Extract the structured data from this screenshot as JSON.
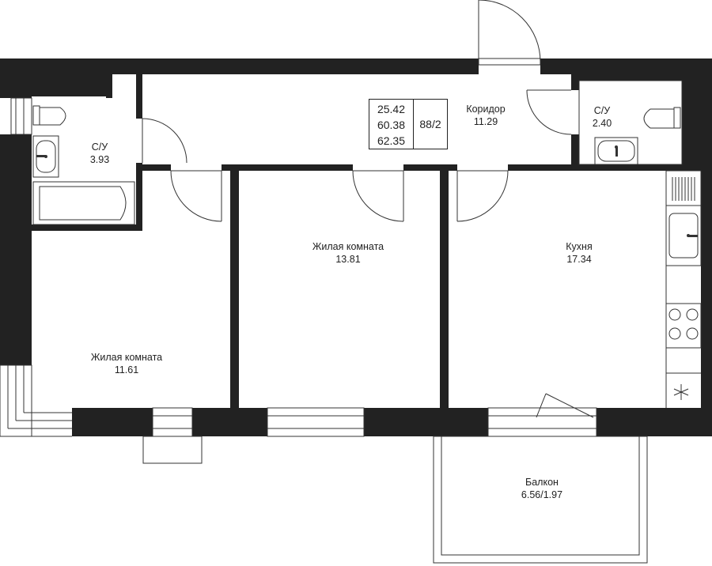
{
  "rooms": {
    "bath_left": {
      "name": "С/У",
      "area": "3.93"
    },
    "corridor": {
      "name": "Коридор",
      "area": "11.29"
    },
    "bath_right": {
      "name": "С/У",
      "area": "2.40"
    },
    "living_left": {
      "name": "Жилая комната",
      "area": "11.61"
    },
    "living_center": {
      "name": "Жилая комната",
      "area": "13.81"
    },
    "kitchen": {
      "name": "Кухня",
      "area": "17.34"
    },
    "balcony": {
      "name": "Балкон",
      "area": "6.56/1.97"
    }
  },
  "summary": {
    "living_area": "25.42",
    "total_area": "60.38",
    "total_with_balcony": "62.35",
    "apartment_number": "88/2"
  },
  "colors": {
    "wall": "#222222",
    "line": "#333333",
    "background": "#ffffff"
  }
}
